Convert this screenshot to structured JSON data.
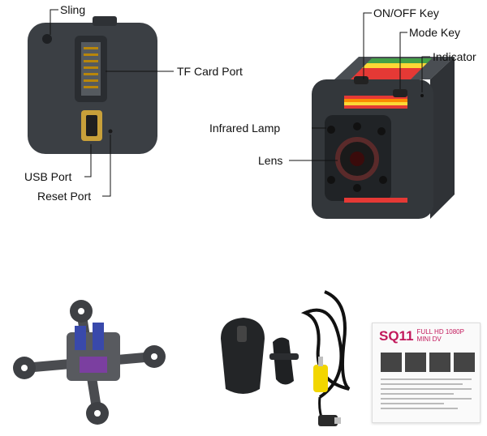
{
  "callouts": {
    "sling": "Sling",
    "tf_card_port": "TF Card Port",
    "usb_port": "USB Port",
    "reset_port": "Reset Port",
    "on_off_key": "ON/OFF Key",
    "mode_key": "Mode Key",
    "indicator": "Indicator",
    "infrared_lamp": "Infrared Lamp",
    "lens": "Lens"
  },
  "manual": {
    "model": "SQ11",
    "subtitle_line1": "FULL HD 1080P",
    "subtitle_line2": "MINI DV"
  },
  "colors": {
    "camera_body": "#3b3f44",
    "rainbow": [
      "#e53935",
      "#fb8c00",
      "#fdd835",
      "#43a047"
    ],
    "manual_accent": "#c2185b",
    "frame_accent": "#3949ab",
    "cable_plug": "#f2d600"
  }
}
